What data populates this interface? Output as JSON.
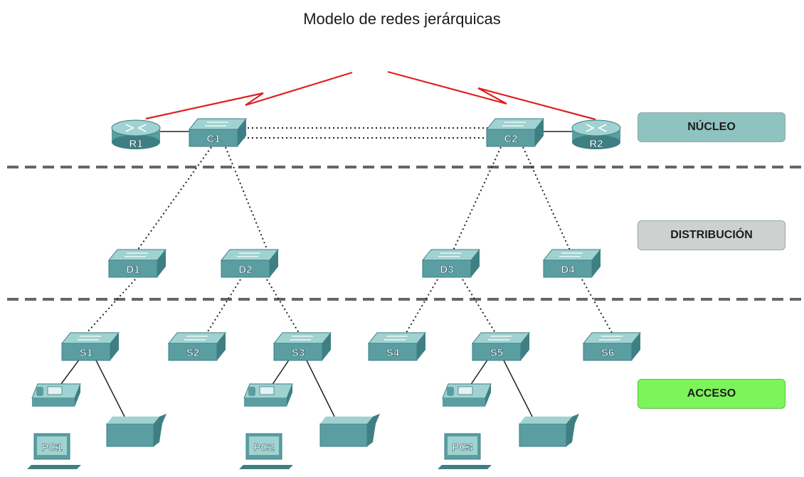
{
  "title": "Modelo de redes jerárquicas",
  "layers": [
    {
      "label": "NÚCLEO",
      "color": "#8fc3c0"
    },
    {
      "label": "DISTRIBUCIÓN",
      "color": "#cfd1d1"
    },
    {
      "label": "ACCESO",
      "color": "#7cf45a"
    }
  ],
  "routers": [
    {
      "label": "R1"
    },
    {
      "label": "R2"
    }
  ],
  "switches": {
    "core": [
      {
        "label": "C1"
      },
      {
        "label": "C2"
      }
    ],
    "distribution": [
      {
        "label": "D1"
      },
      {
        "label": "D2"
      },
      {
        "label": "D3"
      },
      {
        "label": "D4"
      }
    ],
    "access": [
      {
        "label": "S1"
      },
      {
        "label": "S2"
      },
      {
        "label": "S3"
      },
      {
        "label": "S4"
      },
      {
        "label": "S5"
      },
      {
        "label": "S6"
      }
    ]
  },
  "pcs": [
    {
      "label": "PC1"
    },
    {
      "label": "PC2"
    },
    {
      "label": "PC3"
    }
  ],
  "colors": {
    "device_top": "#9fd2d0",
    "device_side": "#5a9ea2",
    "device_dark": "#3e7f84",
    "wan_link": "#e02020",
    "divider": "#666666"
  }
}
